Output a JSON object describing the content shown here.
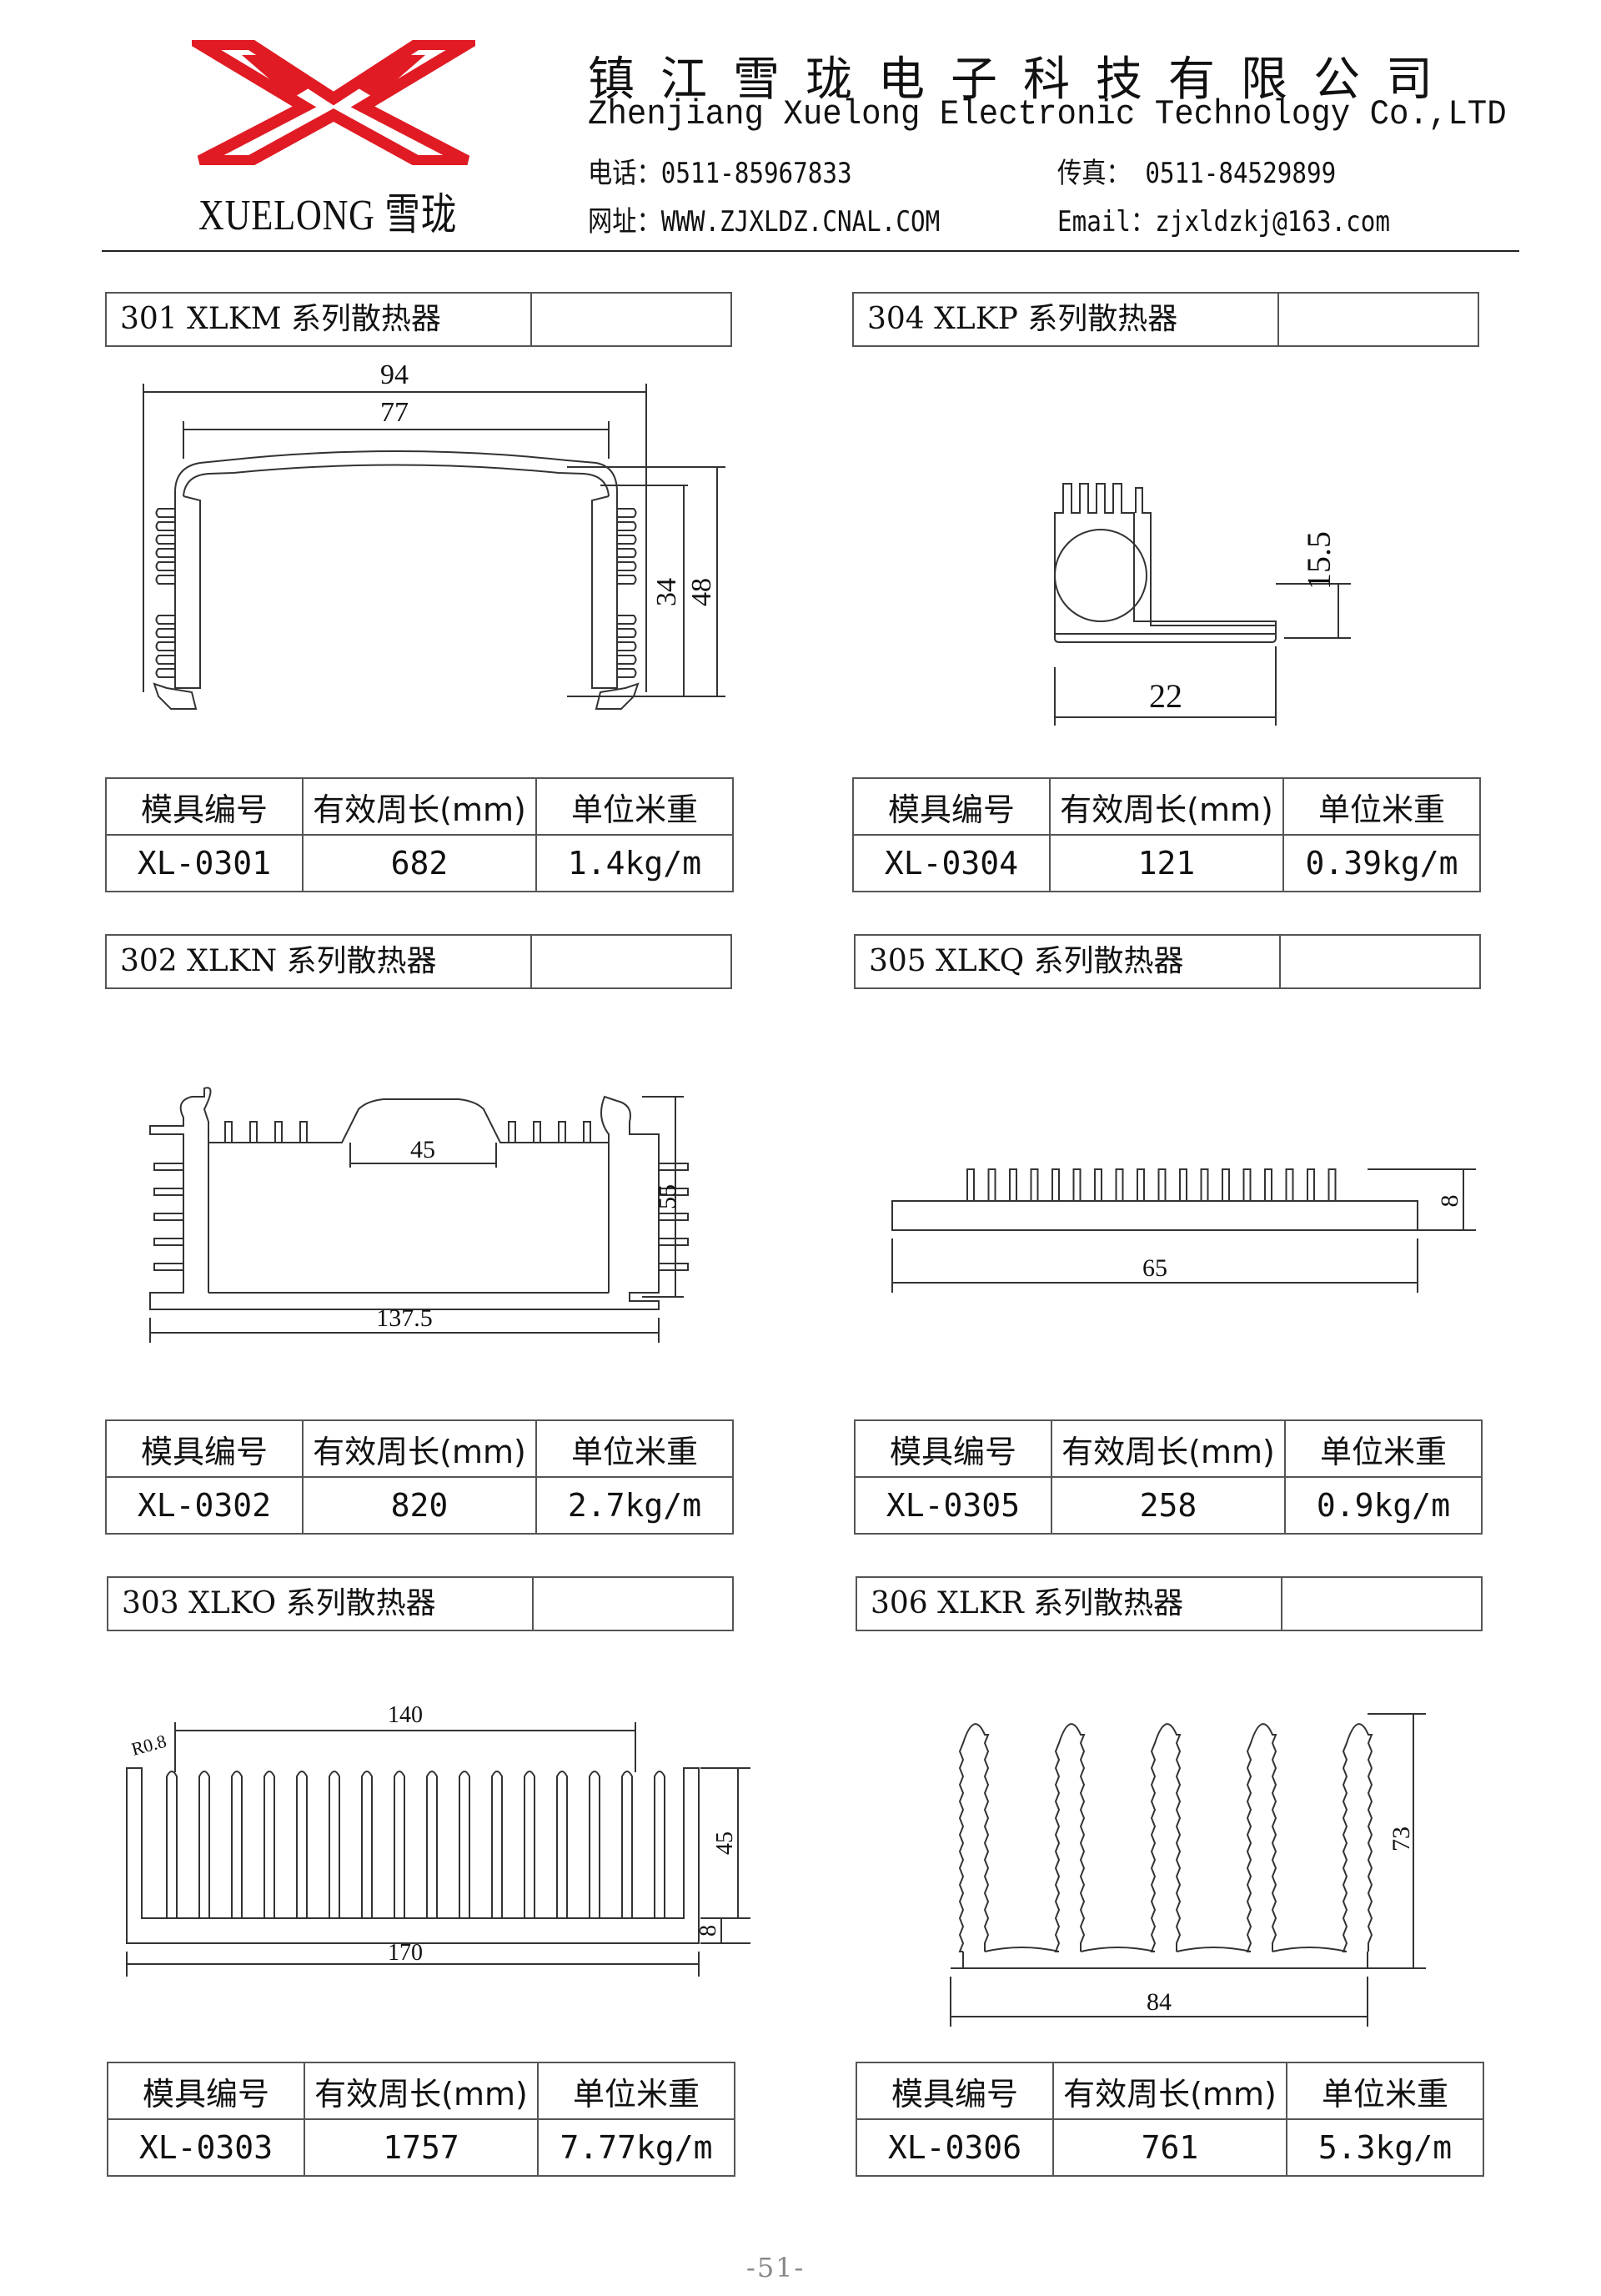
{
  "header": {
    "logo_brand": "XUELONG 雪珑",
    "company_cn": "镇江雪珑电子科技有限公司",
    "company_en": "Zhenjiang Xuelong Electronic Technology Co.,LTD",
    "phone": "电话：0511-85967833",
    "fax": "传真：  0511-84529899",
    "website": "网址：WWW.ZJXLDZ.CNAL.COM",
    "email": "Email：zjxldzkj@163.com",
    "logo_color": "#e01b24"
  },
  "table_headers": {
    "mold": "模具编号",
    "perimeter": "有效周长(mm)",
    "weight": "单位米重"
  },
  "products": {
    "p301": {
      "title": "301 XLKM 系列散热器",
      "mold": "XL-0301",
      "perimeter": "682",
      "weight": "1.4kg/m",
      "dims": {
        "outer_width": "94",
        "inner_width": "77",
        "inner_height": "34",
        "outer_height": "48"
      }
    },
    "p302": {
      "title": "302 XLKN 系列散热器",
      "mold": "XL-0302",
      "perimeter": "820",
      "weight": "2.7kg/m",
      "dims": {
        "slot_width": "45",
        "height": "55",
        "width": "137.5"
      }
    },
    "p303": {
      "title": "303 XLKO 系列散热器",
      "mold": "XL-0303",
      "perimeter": "1757",
      "weight": "7.77kg/m",
      "dims": {
        "radius": "R0.8",
        "fin_span": "140",
        "fin_height": "45",
        "base": "8",
        "width": "170"
      }
    },
    "p304": {
      "title": "304 XLKP 系列散热器",
      "mold": "XL-0304",
      "perimeter": "121",
      "weight": "0.39kg/m",
      "dims": {
        "height": "15.5",
        "width": "22"
      }
    },
    "p305": {
      "title": "305 XLKQ 系列散热器",
      "mold": "XL-0305",
      "perimeter": "258",
      "weight": "0.9kg/m",
      "dims": {
        "height": "8",
        "width": "65"
      }
    },
    "p306": {
      "title": "306 XLKR 系列散热器",
      "mold": "XL-0306",
      "perimeter": "761",
      "weight": "5.3kg/m",
      "dims": {
        "height": "73",
        "width": "84"
      }
    }
  },
  "page_number": "-51-"
}
